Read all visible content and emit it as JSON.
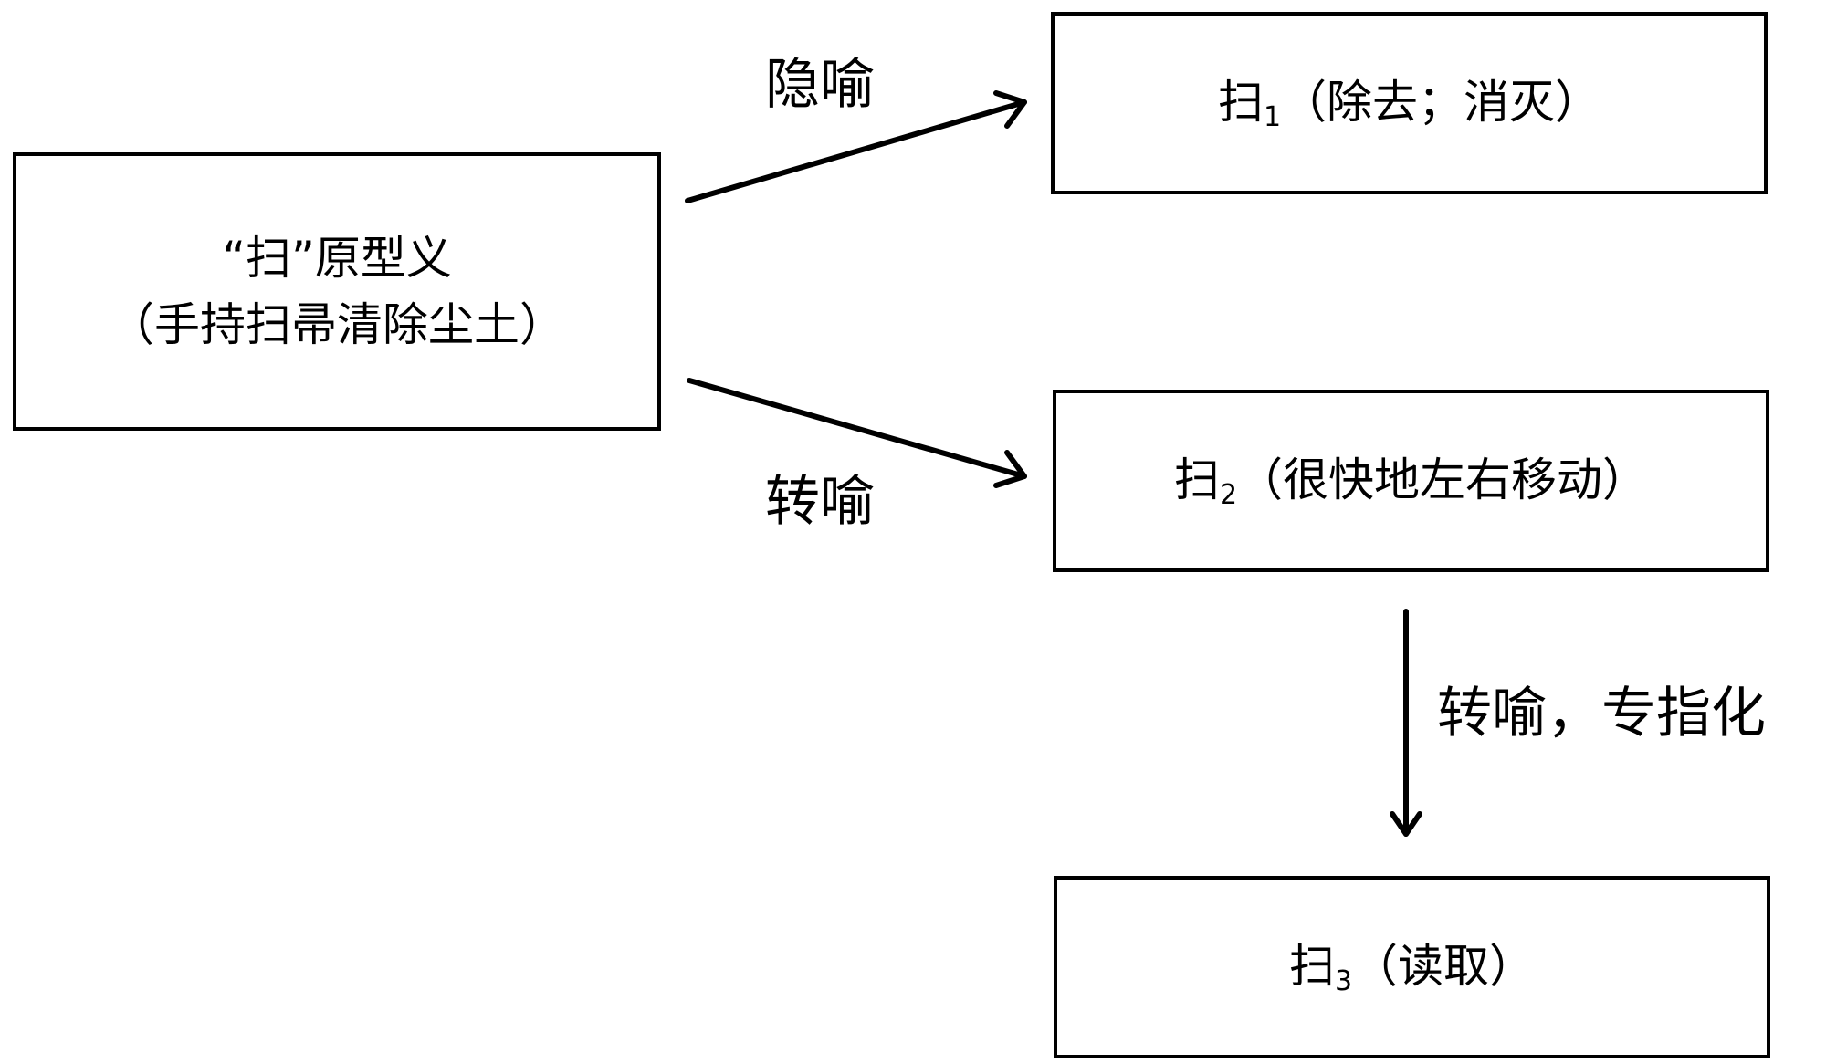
{
  "nodes": {
    "source": {
      "line1": "“扫”原型义",
      "line2": "（手持扫帚清除尘土）"
    },
    "sense1": {
      "head": "扫",
      "index": "1",
      "gloss": "（除去；消灭）"
    },
    "sense2": {
      "head": "扫",
      "index": "2",
      "gloss": "（很快地左右移动）"
    },
    "sense3": {
      "head": "扫",
      "index": "3",
      "gloss": "（读取）"
    }
  },
  "edges": {
    "metaphor": "隐喻",
    "metonymy": "转喻",
    "specialization": "转喻，专指化"
  },
  "colors": {
    "stroke": "#000000",
    "background": "#ffffff"
  }
}
